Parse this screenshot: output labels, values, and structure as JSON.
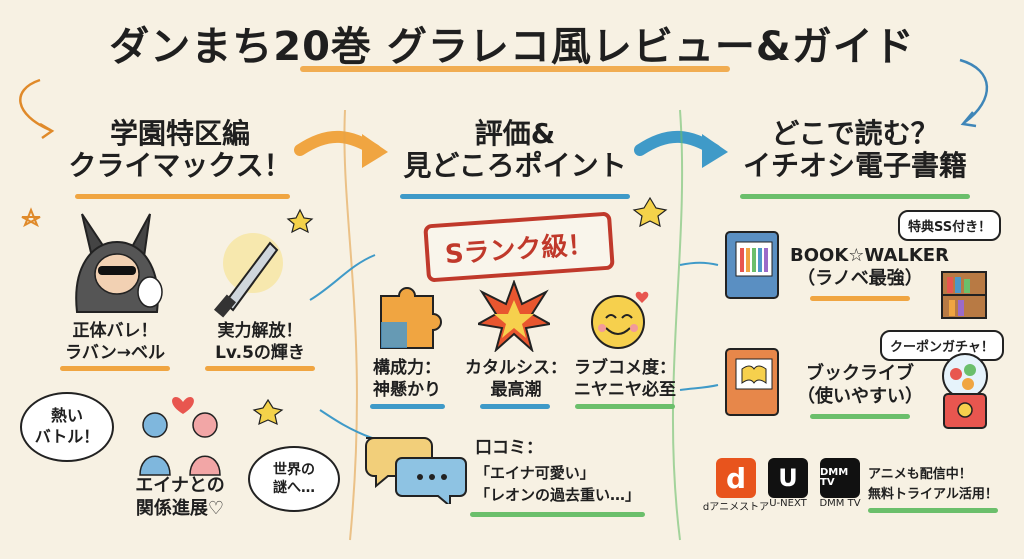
{
  "title": "ダンまち20巻 グラレコ風レビュー&ガイド",
  "sections": {
    "left": {
      "title_l1": "学園特区編",
      "title_l2": "クライマックス！",
      "item1": [
        "正体バレ！",
        "ラバン→ベル"
      ],
      "item2": [
        "実力解放！",
        "Lv.5の輝き"
      ],
      "bubble": [
        "熱い",
        "バトル！"
      ],
      "item3": [
        "エイナとの",
        "関係進展♡"
      ],
      "bubble2": [
        "世界の",
        "謎へ…"
      ]
    },
    "middle": {
      "title_l1": "評価&",
      "title_l2": "見どころポイント",
      "stamp": "Sランク級！",
      "points": [
        {
          "l1": "構成力：",
          "l2": "神懸かり"
        },
        {
          "l1": "カタルシス：",
          "l2": "最高潮"
        },
        {
          "l1": "ラブコメ度：",
          "l2": "ニヤニヤ必至"
        }
      ],
      "review_head": "口コミ：",
      "review1": "「エイナ可愛い」",
      "review2": "「レオンの過去重い…」"
    },
    "right": {
      "title_l1": "どこで読む？",
      "title_l2": "イチオシ電子書籍",
      "store1_tag": "特典SS付き！",
      "store1_name": "BOOK☆WALKER",
      "store1_sub": "（ラノベ最強）",
      "store2_tag": "クーポンガチャ！",
      "store2_name": "ブックライブ",
      "store2_sub": "（使いやすい）",
      "logos": [
        {
          "mark": "d",
          "caption": "dアニメストア",
          "color": "#e8541d"
        },
        {
          "mark": "U",
          "caption": "U-NEXT",
          "color": "#111111"
        },
        {
          "mark": "DMM TV",
          "caption": "DMM TV",
          "color": "#111111"
        }
      ],
      "anime_l1": "アニメも配信中！",
      "anime_l2": "無料トライアル活用！"
    }
  }
}
